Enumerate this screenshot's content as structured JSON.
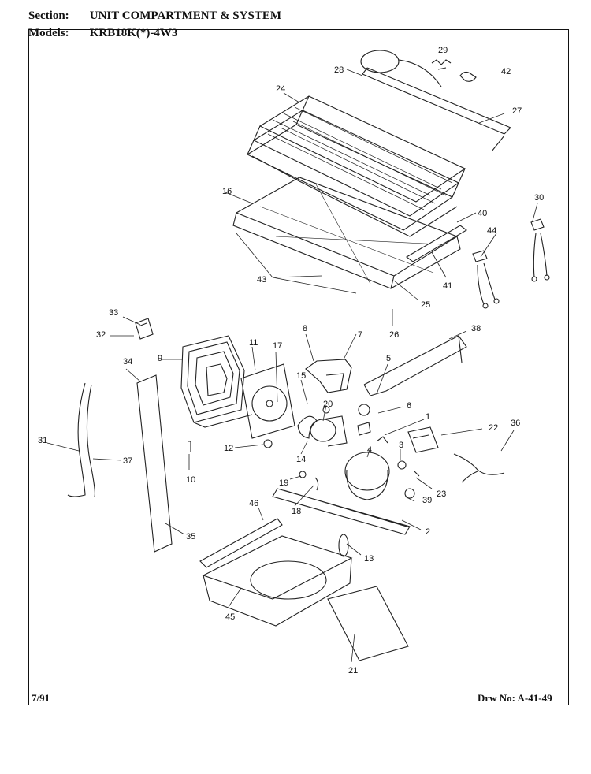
{
  "header": {
    "section_label": "Section:",
    "section_value": "UNIT COMPARTMENT & SYSTEM",
    "models_label": "Models:",
    "models_value": "KRB18K(*)-4W3"
  },
  "footer": {
    "date": "7/91",
    "drawing_number": "Drw No: A-41-49"
  },
  "callouts": [
    "29",
    "28",
    "42",
    "27",
    "24",
    "30",
    "16",
    "40",
    "44",
    "43",
    "41",
    "25",
    "26",
    "33",
    "32",
    "8",
    "7",
    "38",
    "9",
    "11",
    "17",
    "15",
    "5",
    "34",
    "6",
    "1",
    "22",
    "36",
    "20",
    "3",
    "31",
    "37",
    "12",
    "14",
    "4",
    "10",
    "19",
    "23",
    "39",
    "18",
    "2",
    "35",
    "46",
    "13",
    "45",
    "21"
  ]
}
